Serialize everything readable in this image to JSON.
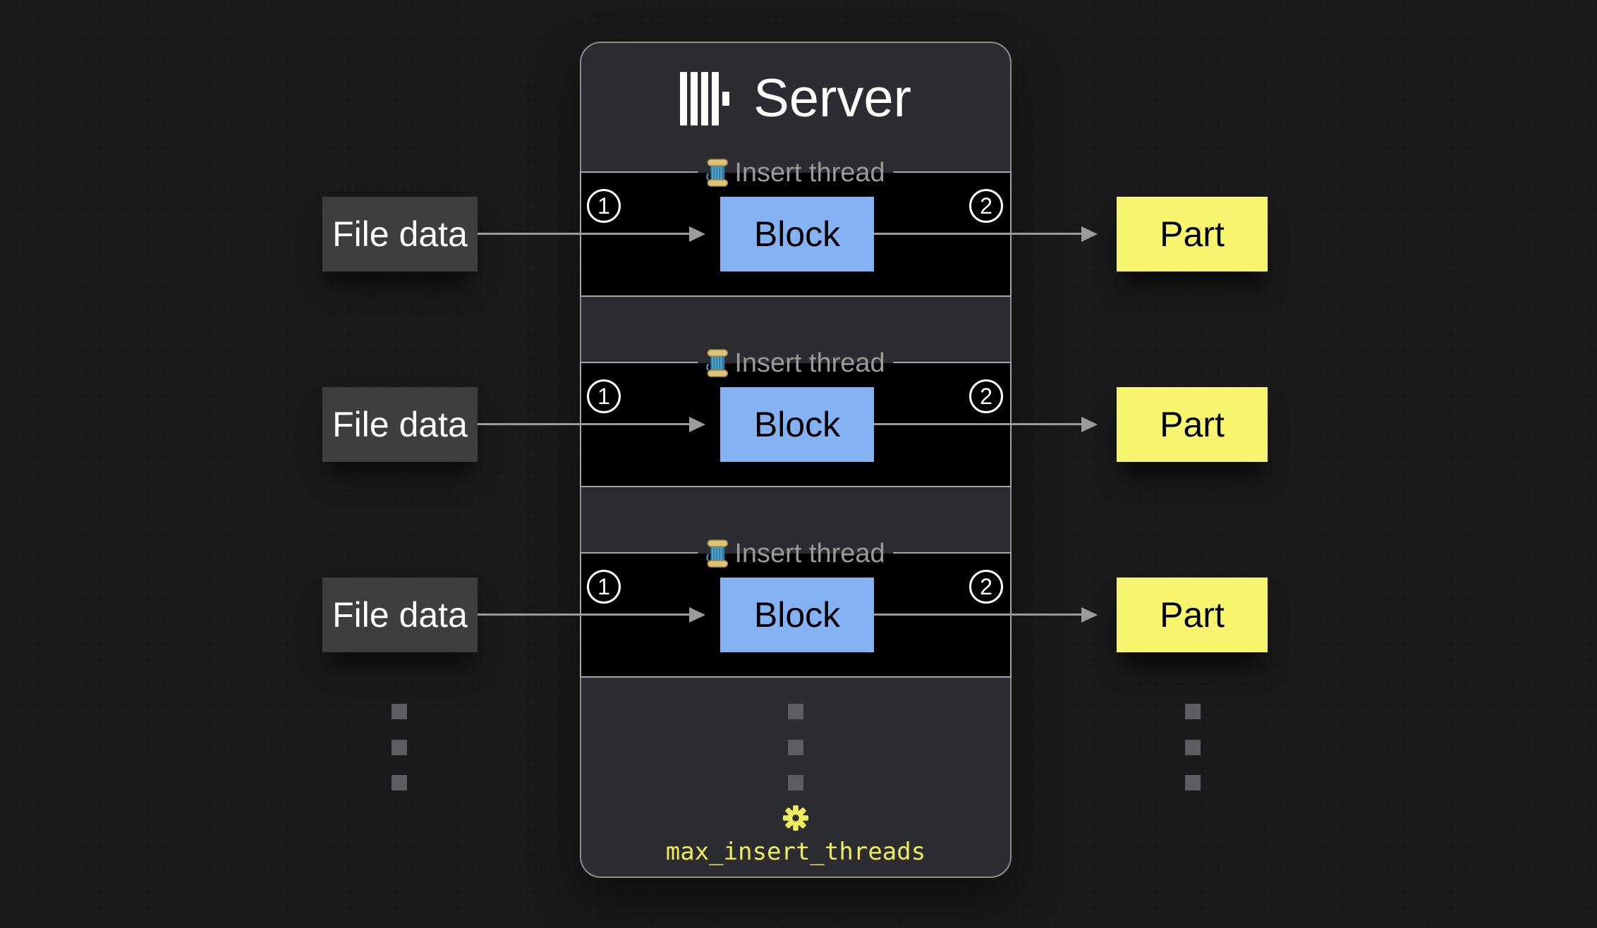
{
  "server": {
    "title": "Server",
    "logo_icon": "clickhouse-bars-icon",
    "threads": [
      {
        "legend": "Insert thread",
        "legend_icon": "thread-spool-icon",
        "in_step": "1",
        "block": "Block",
        "out_step": "2"
      },
      {
        "legend": "Insert thread",
        "legend_icon": "thread-spool-icon",
        "in_step": "1",
        "block": "Block",
        "out_step": "2"
      },
      {
        "legend": "Insert thread",
        "legend_icon": "thread-spool-icon",
        "in_step": "1",
        "block": "Block",
        "out_step": "2"
      }
    ],
    "setting": {
      "icon": "gear-icon",
      "label": "max_insert_threads"
    }
  },
  "inputs": [
    "File data",
    "File data",
    "File data"
  ],
  "outputs": [
    "Part",
    "Part",
    "Part"
  ],
  "ellipsis_columns": 3,
  "colors": {
    "page_bg": "#1a1a1a",
    "server_bg": "#2b2d32",
    "band_bg": "#000000",
    "band_border": "#a3a5a8",
    "block_blue": "#85b2f2",
    "file_gray": "#3e3e3e",
    "part_yellow": "#f7f56e",
    "setting_yellow": "#f0ee5c",
    "legend_gray": "#9a9a9a",
    "arrow_gray": "#9b9b9b"
  }
}
